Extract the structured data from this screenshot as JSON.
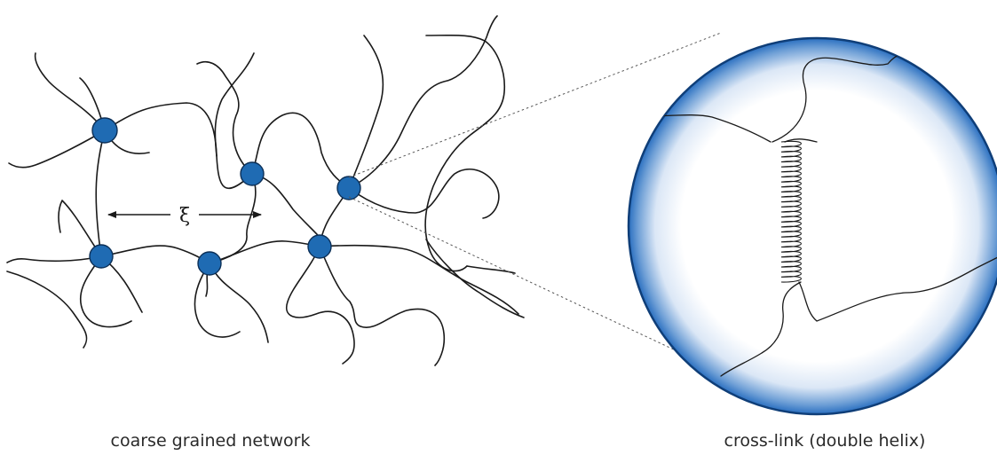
{
  "diagram": {
    "symbol": "ξ",
    "caption_left": "coarse grained network",
    "caption_right": "cross-link (double helix)"
  },
  "colors": {
    "node_fill": "#1f6bb3",
    "node_stroke": "#0b2f57",
    "magnifier_edge": "#0f3e78",
    "magnifier_glow": "#2a6fc0"
  }
}
